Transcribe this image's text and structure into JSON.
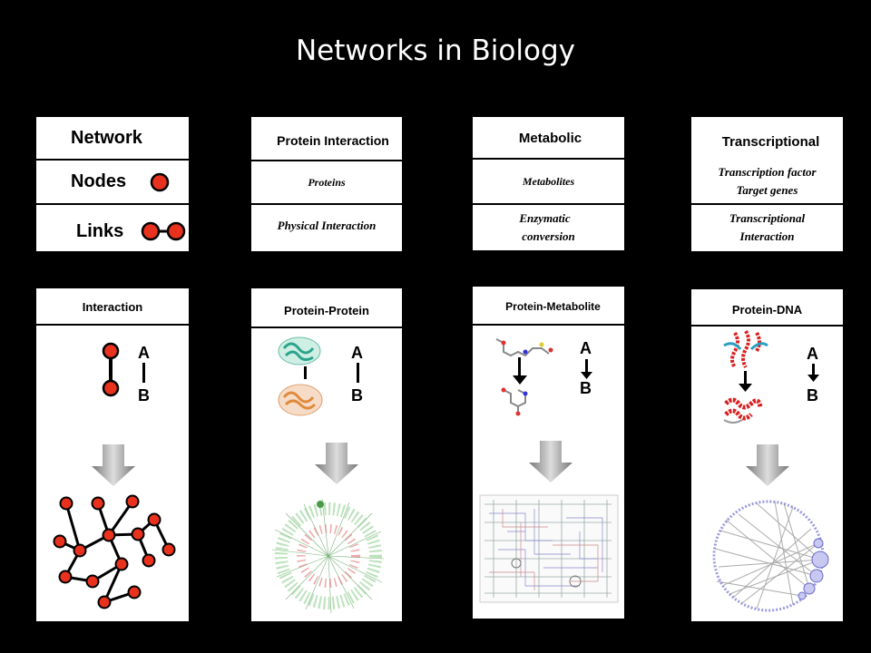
{
  "title": "Networks in Biology",
  "legend": {
    "network": "Network",
    "nodes": "Nodes",
    "links": "Links"
  },
  "columns": [
    {
      "header": "Protein Interaction",
      "row1": "Proteins",
      "row2": "Physical Interaction",
      "panel": "Protein-Protein"
    },
    {
      "header": "Metabolic",
      "row1": "Metabolites",
      "row2a": "Enzymatic",
      "row2b": "conversion",
      "panel": "Protein-Metabolite"
    },
    {
      "header": "Transcriptional",
      "row1a": "Transcription factor",
      "row1b": "Target genes",
      "row2a": "Transcriptional",
      "row2b": "Interaction",
      "panel": "Protein-DNA"
    }
  ],
  "interaction_panel": "Interaction",
  "node_a": "A",
  "node_b": "B",
  "colors": {
    "node": "#e8321e",
    "arrow": "#999999"
  }
}
